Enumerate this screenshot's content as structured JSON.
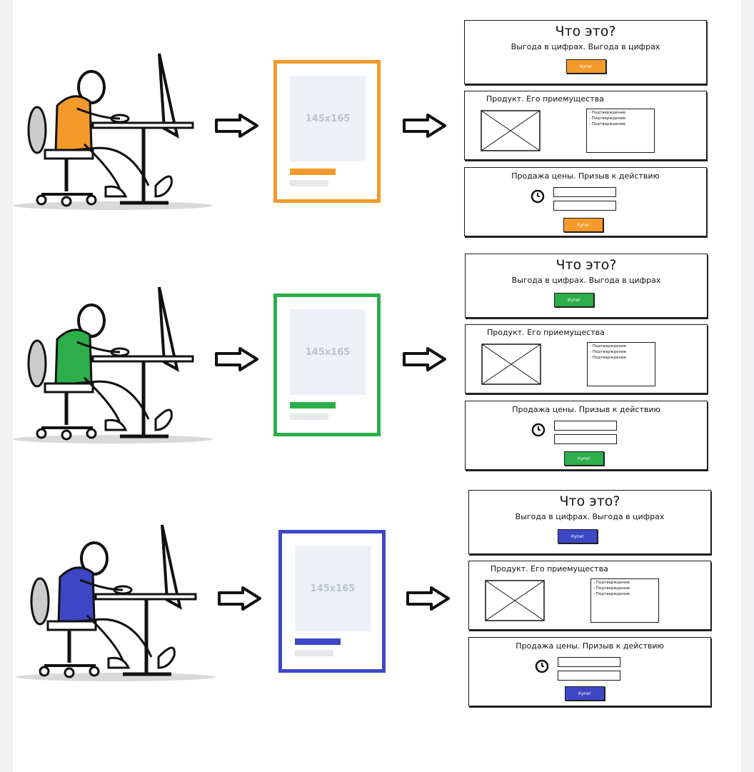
{
  "card": {
    "placeholder": "145x165"
  },
  "landing": {
    "hero_title": "Что это?",
    "hero_subtitle": "Выгода в цифрах. Выгода в цифрах",
    "buy_label": "Купи!",
    "product_heading": "Продукт. Его приемущества",
    "list_items": [
      "- Подтверждение",
      "- Подтверждение",
      "- Подтверждение"
    ],
    "sale_heading": "Продажа цены. Призыв к действию"
  },
  "rows": [
    {
      "accent": "#f39a2b"
    },
    {
      "accent": "#2cae4a"
    },
    {
      "accent": "#3d47c6"
    }
  ],
  "icons": [
    "person-at-computer-icon",
    "right-arrow-icon",
    "clock-icon",
    "image-placeholder-icon"
  ]
}
